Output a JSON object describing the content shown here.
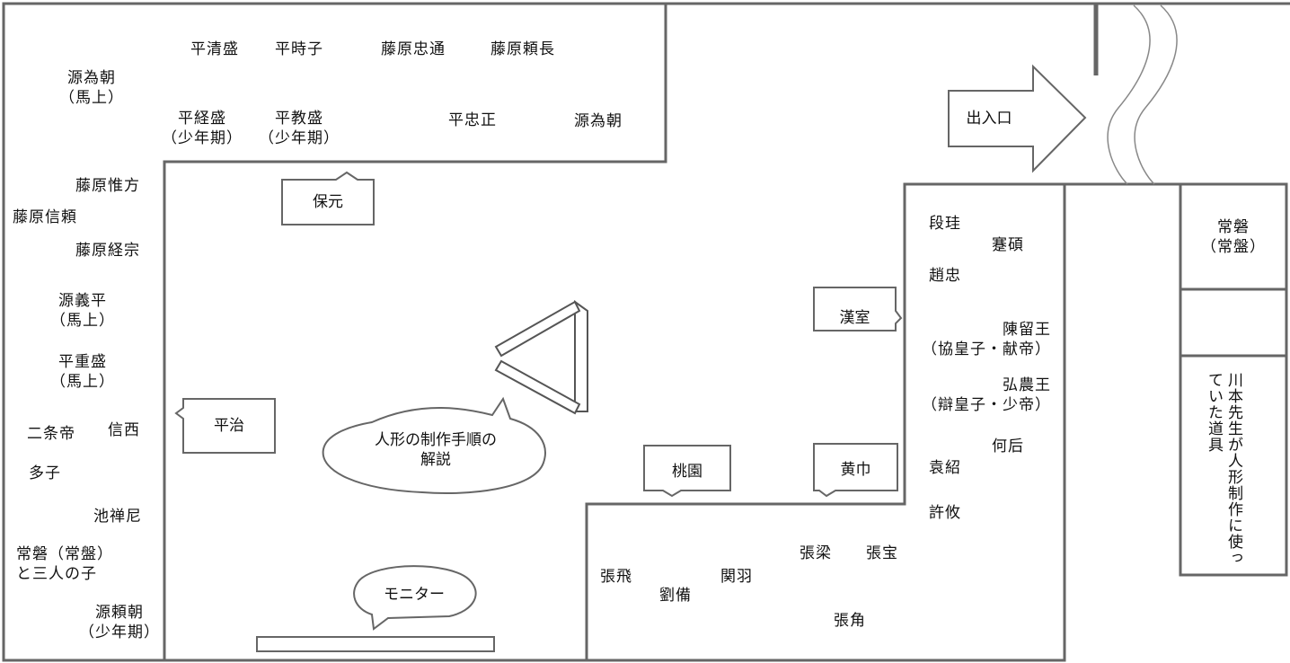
{
  "exhibit_labels": {
    "heike": [
      "平清盛",
      "平時子",
      "藤原忠通",
      "藤原頼長"
    ],
    "yoshitomo_top": [
      "源為朝",
      "（馬上）"
    ],
    "tsunemori": [
      "平経盛",
      "（少年期）"
    ],
    "noritsune": [
      "平教盛",
      "（少年期）"
    ],
    "tadamasa": "平忠正",
    "tametomo": "源為朝",
    "left_column": {
      "koretaka": "藤原惟方",
      "nobuyori": "藤原信頼",
      "tsunemune": "藤原経宗",
      "yoshihira": [
        "源義平",
        "（馬上）"
      ],
      "shigemori": [
        "平重盛",
        "（馬上）"
      ],
      "nijo": "二条帝",
      "shinzei": "信西",
      "taishi": "多子",
      "ikenozenni": "池禅尼",
      "tokiwa": [
        "常磐（常盤）",
        "と三人の子"
      ],
      "yoritomo": [
        "源頼朝",
        "（少年期）"
      ]
    },
    "han": {
      "duangui": "段珪",
      "jianshuo": "蹇碩",
      "zhaozhong": "趙忠",
      "chenliu": [
        "陳留王",
        "（協皇子・献帝）"
      ],
      "hongnong": [
        "弘農王",
        "（辯皇子・少帝）"
      ],
      "hehou": "何后",
      "yuanshao": "袁紹",
      "xuyou": "許攸"
    },
    "taoyuan": {
      "zhangfei": "張飛",
      "liubei": "劉備",
      "guanyu": "関羽",
      "zhangliang": "張梁",
      "zhangbao": "張宝",
      "zhangjiao": "張角"
    },
    "tokiwa_right": [
      "常磐",
      "（常盤）"
    ],
    "tools": "川本先生が人形制作に使っていた道具"
  },
  "sign_labels": {
    "hogen": "保元",
    "heiji": "平治",
    "kanshitsu": "漢室",
    "touen": "桃園",
    "koukin": "黄巾",
    "entrance": "出入口",
    "explanation": [
      "人形の制作手順の",
      "解説"
    ],
    "monitor": "モニター"
  }
}
